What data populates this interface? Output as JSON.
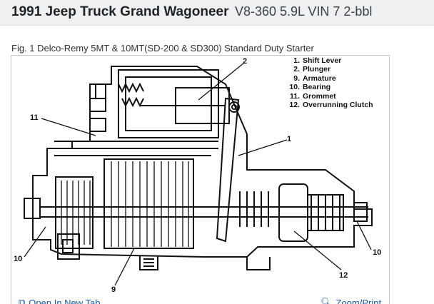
{
  "header": {
    "title_main": "1991 Jeep Truck Grand Wagoneer",
    "title_sub": "V8-360 5.9L VIN 7 2-bbl"
  },
  "figure": {
    "caption": "Fig. 1 Delco-Remy 5MT & 10MT(SD-200 & SD300) Standard Duty Starter",
    "legend": [
      {
        "num": "1.",
        "label": "Shift Lever"
      },
      {
        "num": "2.",
        "label": "Plunger"
      },
      {
        "num": "9.",
        "label": "Armature"
      },
      {
        "num": "10.",
        "label": "Bearing"
      },
      {
        "num": "11.",
        "label": "Grommet"
      },
      {
        "num": "12.",
        "label": "Overrunning Clutch"
      }
    ],
    "callouts": {
      "c2": "2",
      "c11": "11",
      "c1": "1",
      "c10_left": "10",
      "c10_right": "10",
      "c12": "12",
      "c9": "9"
    }
  },
  "footer": {
    "open_new_tab": "Open In New Tab",
    "zoom_print": "Zoom/Print",
    "open_icon": "external-window-icon",
    "zoom_icon": "magnifier-zoom-icon"
  }
}
